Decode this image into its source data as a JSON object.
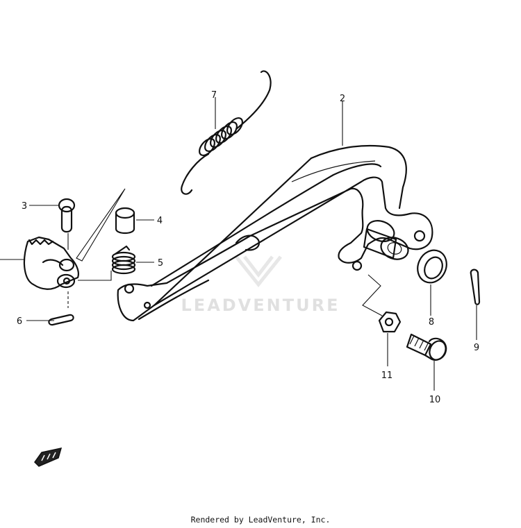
{
  "callouts": {
    "p2": "2",
    "p3": "3",
    "p4": "4",
    "p5": "5",
    "p6": "6",
    "p7": "7",
    "p8": "8",
    "p9": "9",
    "p10": "10",
    "p11": "11"
  },
  "watermark": "LEADVENTURE",
  "credit": "Rendered by LeadVenture, Inc."
}
